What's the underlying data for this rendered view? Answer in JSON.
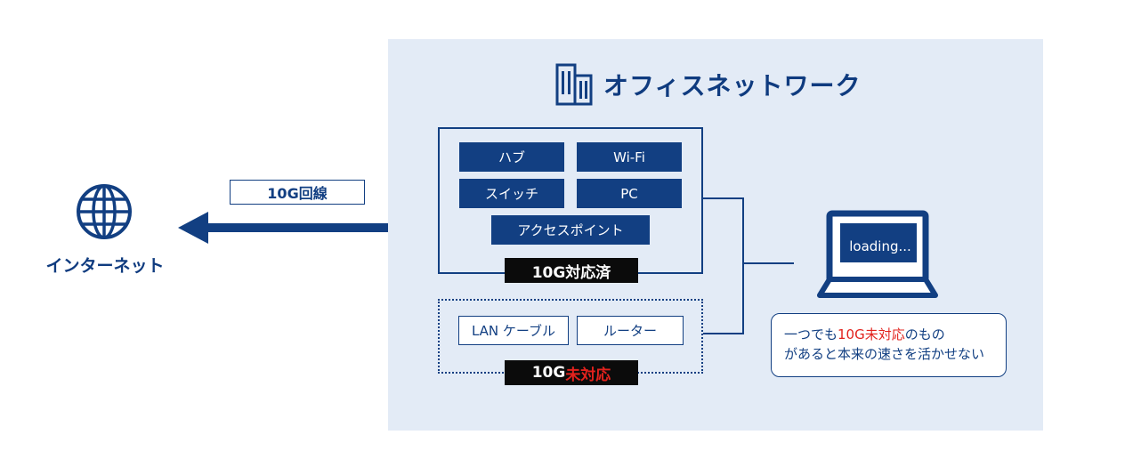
{
  "title": "オフィスネットワーク",
  "internet": {
    "label": "インターネット"
  },
  "connection": {
    "label": "10G回線"
  },
  "supported": {
    "items": [
      "ハブ",
      "Wi-Fi",
      "スイッチ",
      "PC",
      "アクセスポイント"
    ],
    "label": "10G対応済"
  },
  "unsupported": {
    "items": [
      "LAN ケーブル",
      "ルーター"
    ],
    "label_prefix": "10G",
    "label_highlight": "未対応"
  },
  "laptop": {
    "screen_text": "loading..."
  },
  "note": {
    "line1_pre": "一つでも",
    "line1_highlight": "10G未対応",
    "line1_post": "のもの",
    "line2": "があると本来の速さを活かせない"
  },
  "colors": {
    "primary": "#123f82",
    "panel_bg": "#e3ebf6",
    "highlight_red": "#e2221d",
    "label_black": "#0b0b0b"
  },
  "icons": [
    "building-icon",
    "globe-icon",
    "laptop-icon",
    "arrow-left-icon"
  ]
}
